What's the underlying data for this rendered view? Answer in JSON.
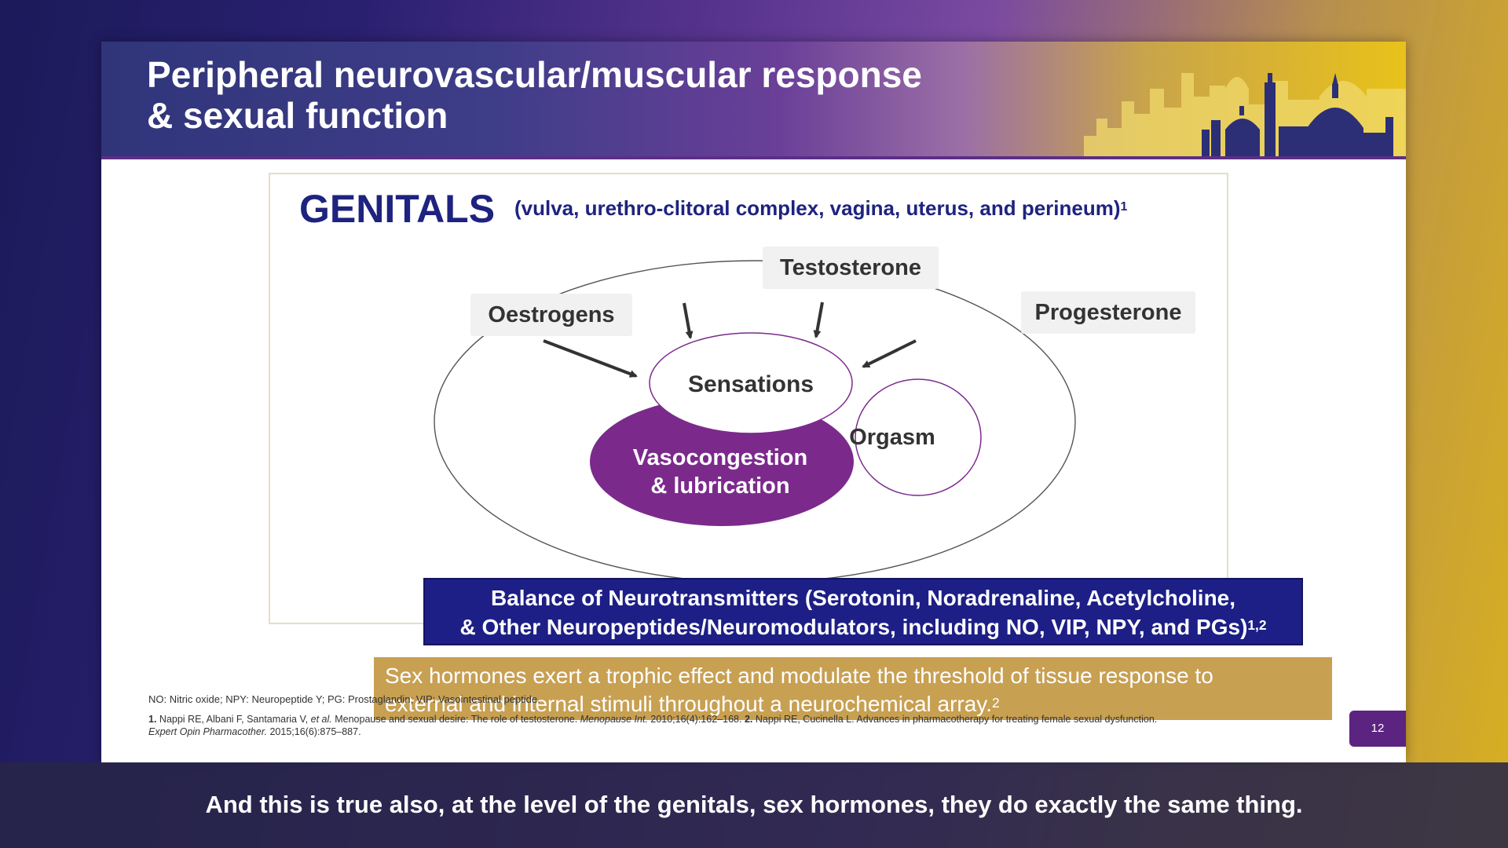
{
  "slide": {
    "title_line1": "Peripheral neurovascular/muscular response",
    "title_line2": "& sexual function",
    "genitals_title": "GENITALS",
    "genitals_subtitle": "(vulva, urethro-clitoral complex, vagina, uterus, and perineum)",
    "genitals_subtitle_ref": "1",
    "hormones": {
      "testosterone": "Testosterone",
      "oestrogens": "Oestrogens",
      "progesterone": "Progesterone"
    },
    "nodes": {
      "sensations": "Sensations",
      "vasocongestion_line1": "Vasocongestion",
      "vasocongestion_line2": "& lubrication",
      "orgasm": "Orgasm"
    },
    "neurotransmitters_line1": "Balance of Neurotransmitters (Serotonin, Noradrenaline, Acetylcholine,",
    "neurotransmitters_line2": "& Other Neuropeptides/Neuromodulators, including NO, VIP, NPY, and PGs)",
    "neurotransmitters_ref": "1,2",
    "trophic_line1": "Sex hormones exert a trophic effect and modulate the threshold of tissue response to",
    "trophic_line2": "external and internal stimuli throughout a neurochemical array.",
    "trophic_ref": "2",
    "abbreviations": "NO: Nitric oxide; NPY: Neuropeptide Y; PG: Prostaglandin; VIP: Vasointestinal peptide.",
    "references": {
      "r1_num": "1.",
      "r1_authors": "Nappi RE, Albani F, Santamaria V,",
      "r1_etal": "et al.",
      "r1_title": "Menopause and sexual desire: The role of testosterone.",
      "r1_journal": "Menopause Int.",
      "r1_cite": "2010;16(4):162–168.",
      "r2_num": "2.",
      "r2_text": "Nappi RE, Cucinella L. Advances in pharmacotherapy for treating female sexual dysfunction.",
      "r2_journal": "Expert Opin Pharmacother.",
      "r2_cite": "2015;16(6):875–887."
    },
    "page_number": "12"
  },
  "caption": "And this is true also, at the level of the genitals, sex hormones, they do exactly the same thing.",
  "colors": {
    "navy": "#1e237f",
    "purple": "#7b2a8c",
    "gold": "#c8a052",
    "page_badge": "#5b2480"
  }
}
